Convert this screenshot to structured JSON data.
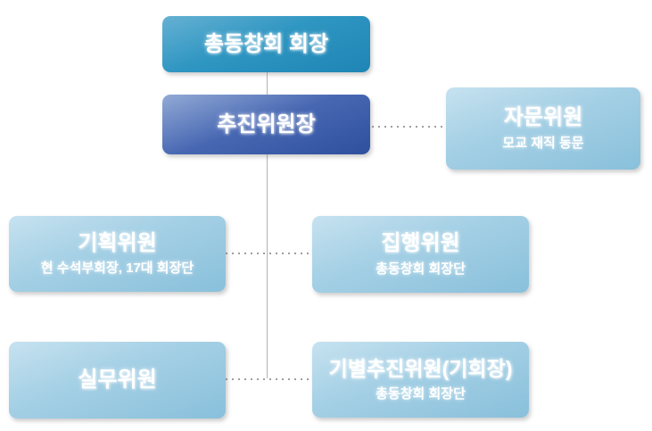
{
  "org_chart": {
    "nodes": {
      "chairman": {
        "title": "총동창회 회장",
        "subtitle": ""
      },
      "chair": {
        "title": "추진위원장",
        "subtitle": ""
      },
      "advisory": {
        "title": "자문위원",
        "subtitle": "모교 재직 동문"
      },
      "planning": {
        "title": "기획위원",
        "subtitle": "현 수석부회장, 17대 회장단"
      },
      "executive": {
        "title": "집행위원",
        "subtitle": "총동창회 회장단"
      },
      "working": {
        "title": "실무위원",
        "subtitle": ""
      },
      "class": {
        "title": "기별추진위원(기회장)",
        "subtitle": "총동창회 회장단"
      }
    },
    "colors": {
      "chairman_box": "#2f96c2",
      "chair_box": "#3a5cab",
      "member_box": "#9ccbe2",
      "text": "#ffffff",
      "connector_solid": "#b3b3b3",
      "connector_dotted": "#9e9e9e",
      "background": "#ffffff"
    }
  }
}
